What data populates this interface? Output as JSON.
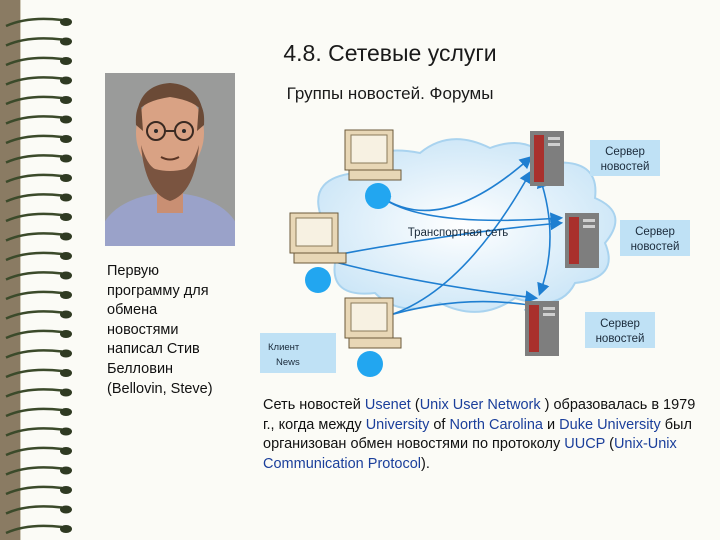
{
  "slide": {
    "title": "4.8. Сетевые услуги",
    "subtitle": "Группы новостей. Форумы"
  },
  "left_text": {
    "lines": [
      "Первую",
      "программу для",
      "обмена",
      "новостями",
      "написал Стив",
      "Белловин",
      "(Bellovin, Steve)"
    ]
  },
  "diagram": {
    "network_label": "Транспортная сеть",
    "servers": [
      {
        "line1": "Сервер",
        "line2": "новостей"
      },
      {
        "line1": "Сервер",
        "line2": "новостей"
      },
      {
        "line1": "Сервер",
        "line2": "новостей"
      }
    ],
    "client_label": {
      "line1": "Клиент",
      "line2": "News"
    },
    "colors": {
      "cloud": "#cfe7f7",
      "arrow": "#1f7fd1",
      "node": "#22a6f0",
      "label_box": "#bfe1f5",
      "server": "#a9302c"
    }
  },
  "caption": {
    "p1": "Сеть новостей ",
    "usenet": "Usenet",
    "p2": " (",
    "unix": "Unix",
    "p3": " ",
    "user": "User",
    "p4": " ",
    "network": "Network",
    "p5": " ) образовалась в 1979 г., когда между ",
    "university": "University",
    "p6": " of ",
    "north": "North",
    "p7": " ",
    "carolina": "Carolina",
    "p8": "  и ",
    "duke": "Duke",
    "p9": " ",
    "university2": "University",
    "p10": " был организован обмен новостями по протоколу ",
    "uucp": "UUCP",
    "p11": " (",
    "unixunix": "Unix-Unix",
    "p12": " ",
    "communication": "Communication",
    "p13": " ",
    "protocol": "Protocol",
    "p14": ")."
  }
}
